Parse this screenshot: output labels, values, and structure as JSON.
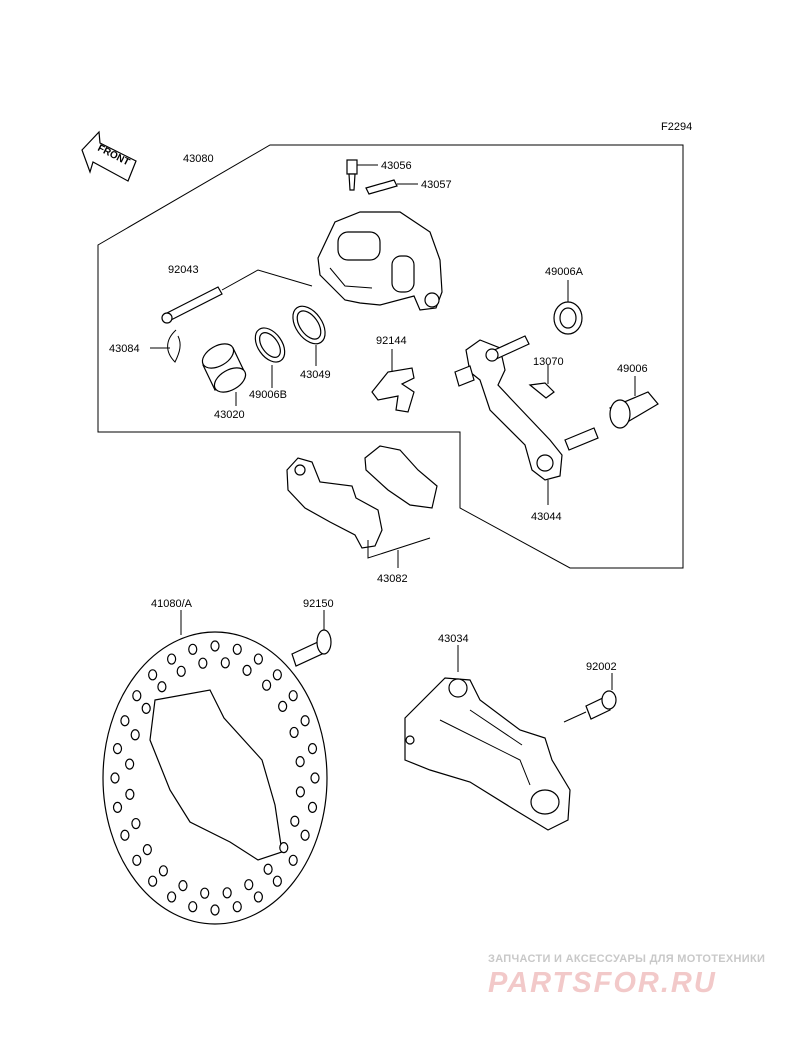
{
  "figure_code": "F2294",
  "front_label": "FRONT",
  "parts": [
    {
      "id": "p43080",
      "label": "43080"
    },
    {
      "id": "p43056",
      "label": "43056"
    },
    {
      "id": "p43057",
      "label": "43057"
    },
    {
      "id": "p92043",
      "label": "92043"
    },
    {
      "id": "p49006a",
      "label": "49006A"
    },
    {
      "id": "p43084",
      "label": "43084"
    },
    {
      "id": "p92144",
      "label": "92144"
    },
    {
      "id": "p13070",
      "label": "13070"
    },
    {
      "id": "p49006",
      "label": "49006"
    },
    {
      "id": "p43049",
      "label": "43049"
    },
    {
      "id": "p49006b",
      "label": "49006B"
    },
    {
      "id": "p43020",
      "label": "43020"
    },
    {
      "id": "p43044",
      "label": "43044"
    },
    {
      "id": "p43082",
      "label": "43082"
    },
    {
      "id": "p41080a",
      "label": "41080/A"
    },
    {
      "id": "p92150",
      "label": "92150"
    },
    {
      "id": "p43034",
      "label": "43034"
    },
    {
      "id": "p92002",
      "label": "92002"
    }
  ],
  "watermark": {
    "tagline": "ЗАПЧАСТИ И АКСЕССУАРЫ ДЛЯ МОТОТЕХНИКИ",
    "brand": "PARTSFOR.RU"
  }
}
